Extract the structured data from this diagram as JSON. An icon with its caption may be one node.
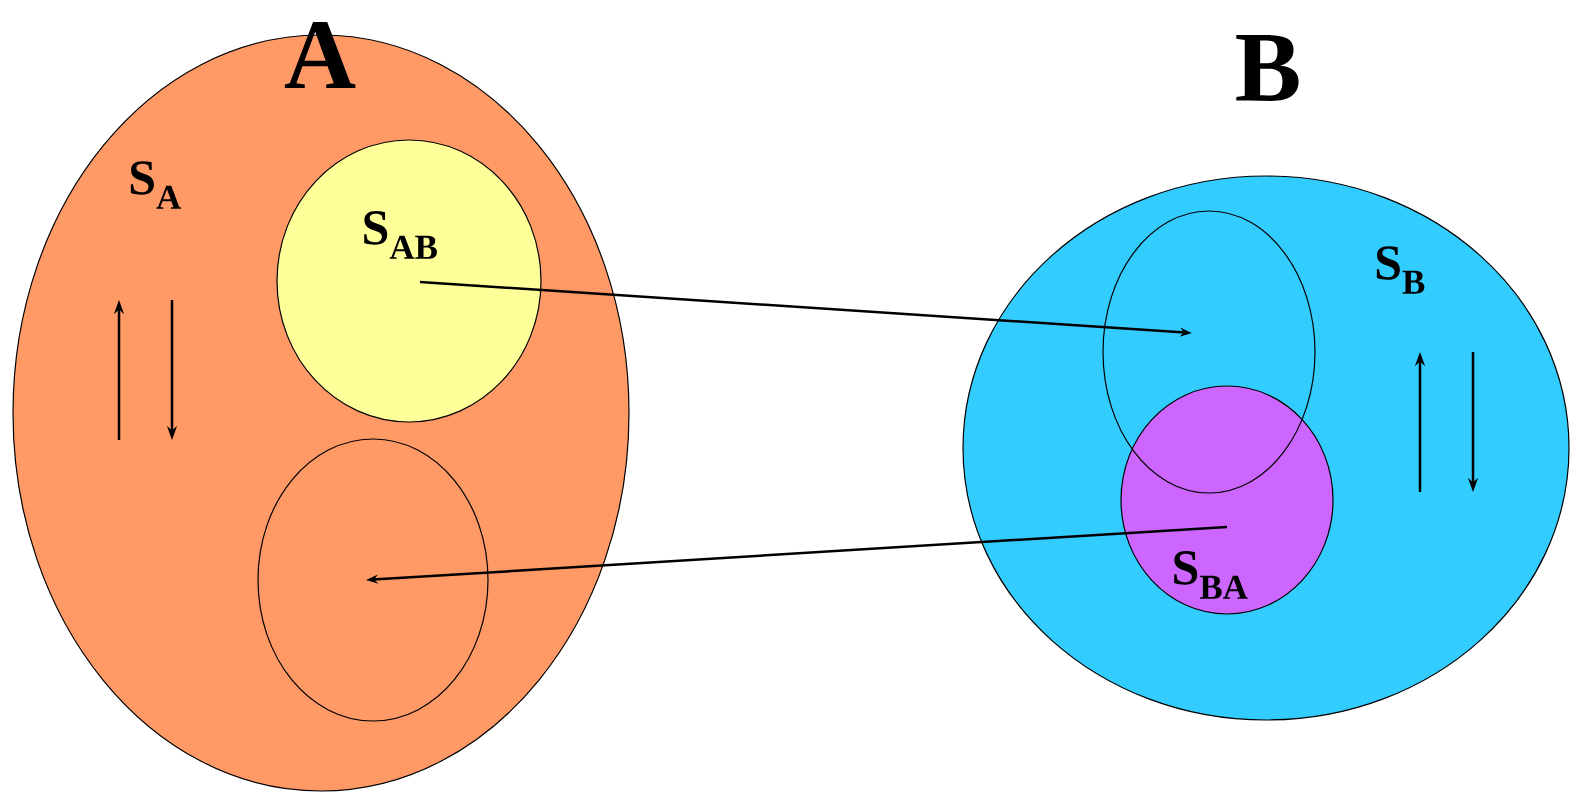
{
  "diagram": {
    "nodes": [
      {
        "text": [
          "A",
          "S$_{A}$"
        ]
      },
      {
        "text": [
          "S$_{AB}$"
        ],
        "in": 0
      },
      {
        "text": [],
        "shape": "ellipse",
        "in": 0
      },
      {
        "text": [
          "B",
          "S$_{B}$"
        ]
      },
      {
        "text": [],
        "shape": "ellipse",
        "in": 3
      },
      {
        "text": [
          "S$_{BA}$"
        ],
        "in": 3
      }
    ],
    "edges": [
      {
        "from": 1,
        "to": 4,
        "arrow": "to"
      },
      {
        "from": 5,
        "to": 2,
        "arrow": "to"
      }
    ]
  }
}
